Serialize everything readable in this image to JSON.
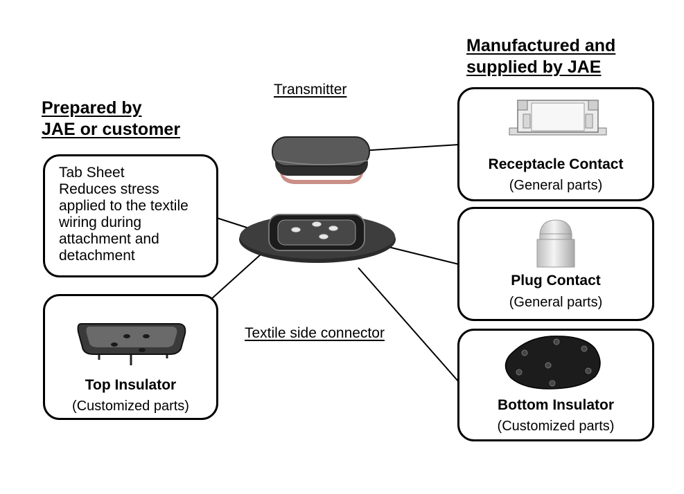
{
  "headings": {
    "manufactured_line1": "Manufactured and",
    "manufactured_line2": "supplied by JAE",
    "prepared_line1": "Prepared by",
    "prepared_line2": "JAE or customer"
  },
  "labels": {
    "transmitter": "Transmitter",
    "textile_side_connector": "Textile side connector"
  },
  "tab_sheet": {
    "lines": [
      "Tab Sheet",
      "Reduces stress",
      "applied to the textile",
      "wiring during",
      "attachment and",
      "detachment"
    ]
  },
  "parts": {
    "receptacle": {
      "name": "Receptacle Contact",
      "type": "(General parts)"
    },
    "plug": {
      "name": "Plug Contact",
      "type": "(General parts)"
    },
    "bottom": {
      "name": "Bottom Insulator",
      "type": "(Customized parts)"
    },
    "top": {
      "name": "Top Insulator",
      "type": "(Customized parts)"
    }
  }
}
